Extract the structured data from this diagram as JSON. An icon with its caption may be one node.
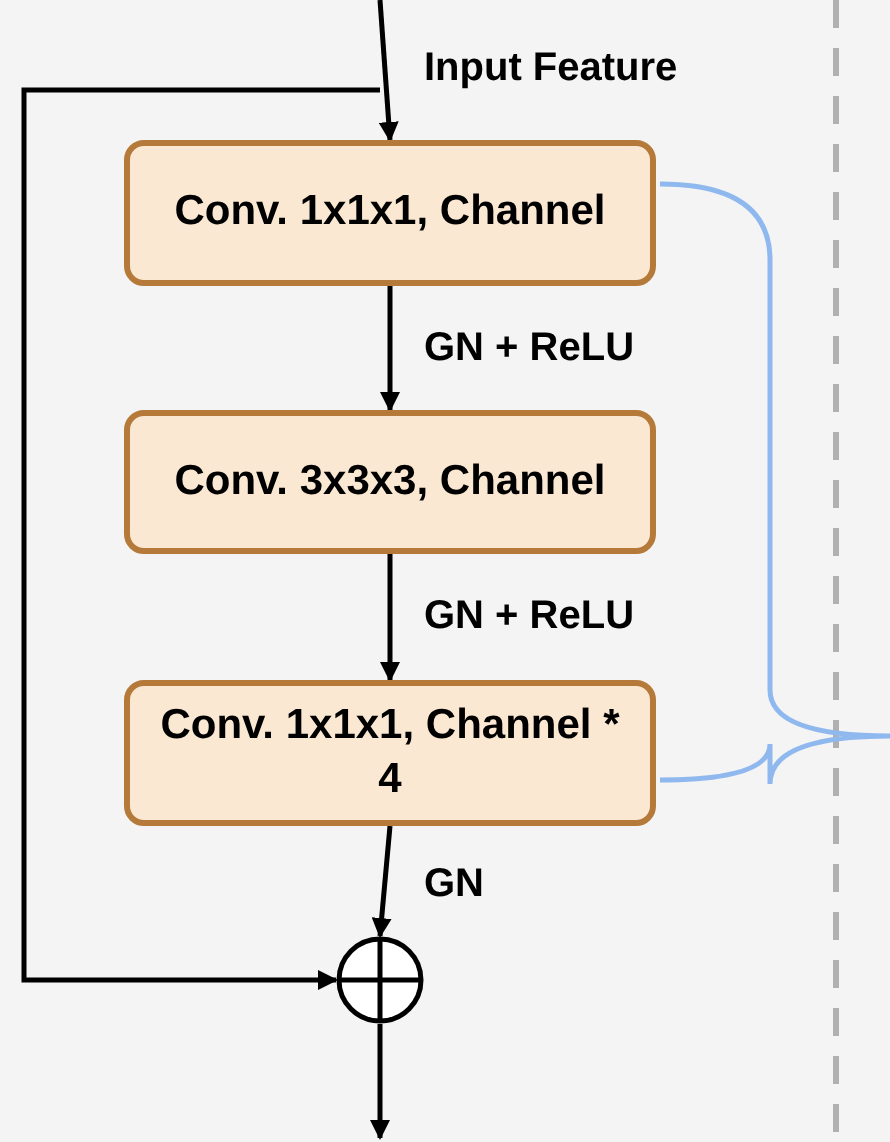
{
  "diagram": {
    "nodes": [
      {
        "text": [
          "Conv. 1x1x1, Channel"
        ]
      },
      {
        "text": [
          "Conv. 3x3x3, Channel"
        ]
      },
      {
        "text": [
          "Conv. 1x1x1, Channel * 4"
        ]
      },
      {
        "text": [],
        "shape": "circle"
      }
    ],
    "edges": [
      {
        "from": null,
        "to": 0,
        "arrow": "to",
        "label": "Input Feature"
      },
      {
        "from": null,
        "to": 3,
        "arrow": "to"
      },
      {
        "from": 0,
        "to": 1,
        "arrow": "to",
        "label": "GN + ReLU"
      },
      {
        "from": 1,
        "to": 2,
        "arrow": "to",
        "label": "GN + ReLU"
      },
      {
        "from": 2,
        "to": 3,
        "arrow": "to",
        "label": "GN"
      },
      {
        "from": 3,
        "to": null,
        "arrow": "to"
      }
    ]
  }
}
